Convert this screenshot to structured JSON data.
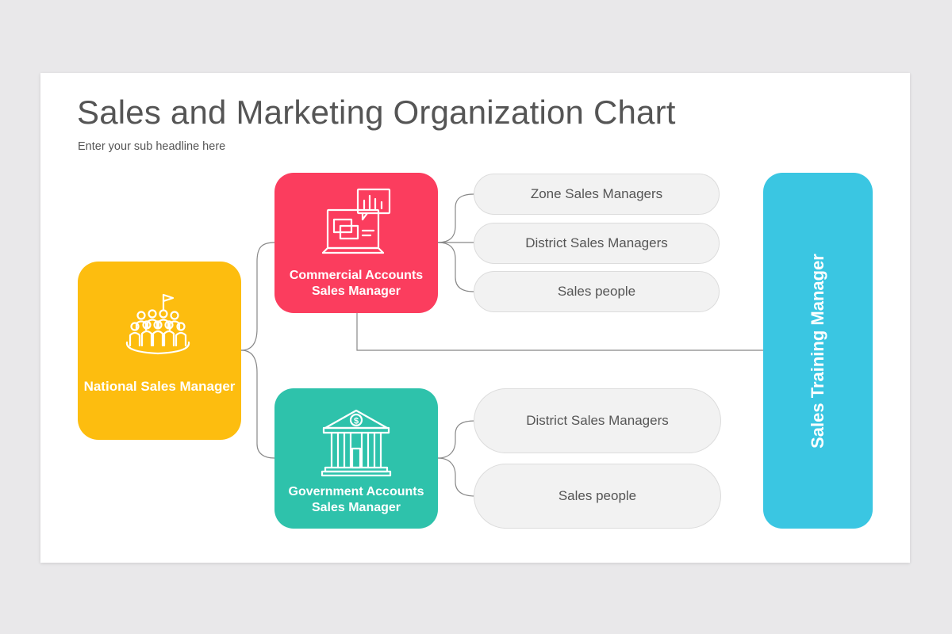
{
  "header": {
    "title": "Sales and Marketing Organization Chart",
    "subtitle": "Enter your sub headline here"
  },
  "nodes": {
    "national": {
      "label": "National Sales Manager",
      "color": "#fdbd0f",
      "icon": "team-flag-icon"
    },
    "commercial": {
      "label": "Commercial  Accounts Sales Manager",
      "color": "#fb3d5e",
      "icon": "laptop-chart-icon"
    },
    "government": {
      "label": "Government  Accounts Sales Manager",
      "color": "#2ec2ab",
      "icon": "bank-dollar-icon"
    },
    "training": {
      "label": "Sales Training Manager",
      "color": "#3ac6e2"
    }
  },
  "commercial_reports": [
    "Zone Sales Managers",
    "District Sales Managers",
    "Sales people"
  ],
  "government_reports": [
    "District Sales Managers",
    "Sales people"
  ],
  "colors": {
    "pill_fill": "#f2f2f2",
    "connector": "#888888",
    "text": "#555555"
  }
}
